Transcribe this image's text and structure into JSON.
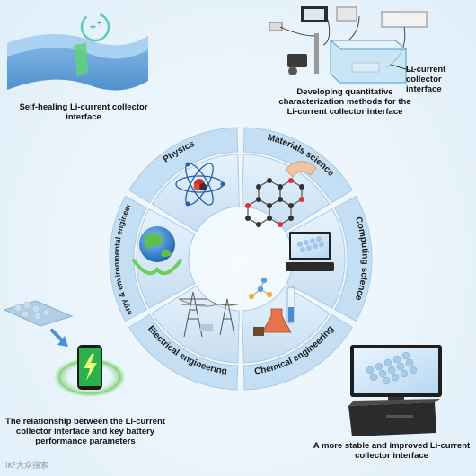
{
  "captions": {
    "top_left": "Self-healing Li-current collector interface",
    "top_right": "Developing quantitative characterization methods for the Li-current collector interface",
    "top_right_label": "Li-current collector interface",
    "bottom_left": "The relationship between the Li-current collector interface and key battery performance parameters",
    "bottom_right": "A more stable and improved Li-current collector interface"
  },
  "wheel": {
    "segments": [
      {
        "label": "Physics"
      },
      {
        "label": "Materials science"
      },
      {
        "label": "Computing science"
      },
      {
        "label": "Chemical engineering"
      },
      {
        "label": "Electrical engineering"
      },
      {
        "label": "Energy & environmental engineering"
      }
    ]
  },
  "watermark": "iK²大众搜索",
  "colors": {
    "wheel_fill": "#d5e9f8",
    "wheel_edge": "#a9cbe6",
    "band_fill": "#c4def3",
    "accent_green": "#7ad06a"
  }
}
